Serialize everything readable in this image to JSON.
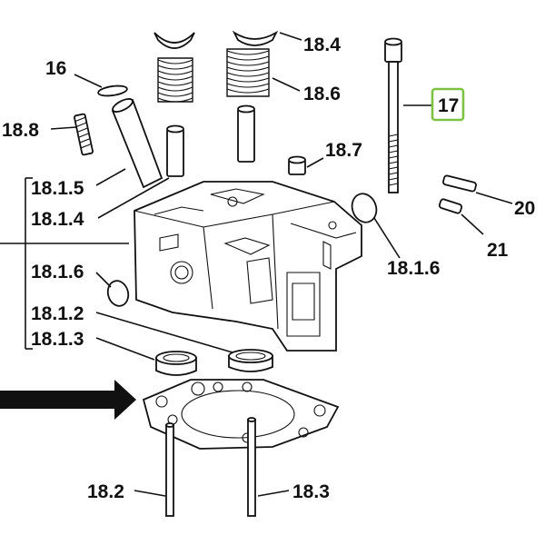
{
  "diagram": {
    "labels": {
      "l16": "16",
      "l17": "17",
      "l18_4": "18.4",
      "l18_6": "18.6",
      "l18_7": "18.7",
      "l18_8": "18.8",
      "l18_1_5": "18.1.5",
      "l18_1_4": "18.1.4",
      "l18_1_6_left": "18.1.6",
      "l18_1_6_right": "18.1.6",
      "l18_1_2": "18.1.2",
      "l18_1_3": "18.1.3",
      "l18_2": "18.2",
      "l18_3": "18.3",
      "l20": "20",
      "l21": "21"
    },
    "highlight_color": "#7dc243",
    "highlighted_label": "17"
  }
}
